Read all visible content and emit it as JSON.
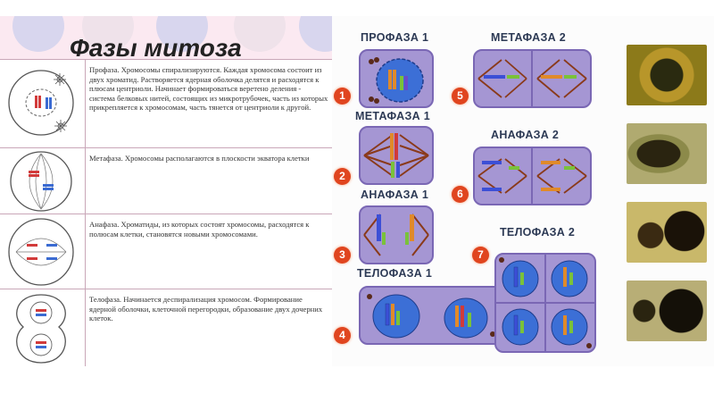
{
  "title": "Фазы митоза",
  "phases": [
    {
      "description": "Профаза. Хромосомы спирализируются. Каждая хромосома состоит из двух хроматид. Растворяется ядерная оболочка делятся и расходятся к плюсам центриоли. Начинает формироваться веретено деления - система белковых нитей, состоящих из микротрубочек, часть из которых прикрепляется к хромосомам, часть тянется от центриоли к другой."
    },
    {
      "description": "Метафаза. Хромосомы располагаются в плоскости экватора клетки"
    },
    {
      "description": "Анафаза. Хроматиды, из которых состоят хромосомы, расходятся к полюсам клетки, становятся новыми хромосомами."
    },
    {
      "description": "Телофаза. Начинается деспирализация хромосом. Формирование ядерной оболочки, клеточной перегородки, образование двух дочерних клеток."
    }
  ],
  "meiosis_stages": [
    {
      "number": "1",
      "label": "ПРОФАЗА 1"
    },
    {
      "number": "2",
      "label": "МЕТАФАЗА 1"
    },
    {
      "number": "3",
      "label": "АНАФАЗА 1"
    },
    {
      "number": "4",
      "label": "ТЕЛОФАЗА 1"
    },
    {
      "number": "5",
      "label": "МЕТАФАЗА 2"
    },
    {
      "number": "6",
      "label": "АНАФАЗА 2"
    },
    {
      "number": "7",
      "label": "ТЕЛОФАЗА 2"
    }
  ],
  "colors": {
    "badge": "#e0451f",
    "cell_fill": "#a596d3",
    "cell_border": "#7a67b4",
    "nucleus": "#3c6fd6",
    "left_panel": "#fbe9f1"
  }
}
